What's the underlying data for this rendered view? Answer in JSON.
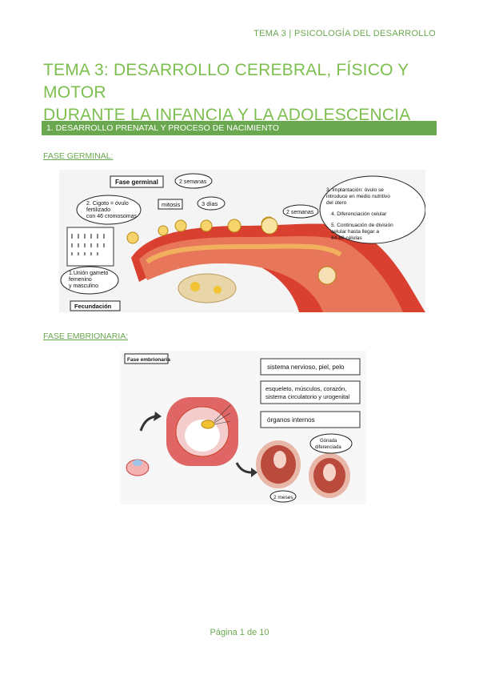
{
  "header": {
    "text": "TEMA 3 | PSICOLOGÍA DEL DESARROLLO"
  },
  "title": {
    "line1": "TEMA 3: DESARROLLO CEREBRAL, FÍSICO Y MOTOR",
    "line2": "DURANTE LA INFANCIA Y LA ADOLESCENCIA"
  },
  "section": {
    "label": "1. DESARROLLO PRENATAL Y PROCESO DE NACIMIENTO"
  },
  "germinal": {
    "heading": "FASE GERMINAL:",
    "fig_title": "Fase germinal",
    "bubble_weeks": "2 semanas",
    "bubble_zygote_1": "2. Cigoto = óvulo",
    "bubble_zygote_2": "fertilizado",
    "bubble_zygote_3": "con 46 cromosomas",
    "mitosis": "mitosis",
    "three_days": "3 días",
    "weeks_right": "2 semanas",
    "implant_1": "3. Implantación: óvulo se",
    "implant_2": "introduce en medio nutritivo",
    "implant_3": "del útero",
    "implant_4": "4. Diferenciación celular",
    "implant_5": "5. Continuación de división",
    "implant_6": "celular hasta llegar a",
    "implant_7": "64-80 células",
    "union_1": "1.Unión gameto",
    "union_2": "femenino",
    "union_3": "y masculino",
    "fecundacion": "Fecundación"
  },
  "embrionaria": {
    "heading": "FASE EMBRIONARIA:",
    "fig_title": "Fase embrionaria",
    "box1": "sistema nervioso, piel, pelo",
    "box2_1": "esqueleto, músculos, corazón,",
    "box2_2": "sistema circulatorio y urogenital",
    "box3": "órganos internos",
    "gonada_1": "Gónada",
    "gonada_2": "diferenciada",
    "two_months": "2 meses"
  },
  "footer": {
    "text": "Página 1 de 10"
  }
}
